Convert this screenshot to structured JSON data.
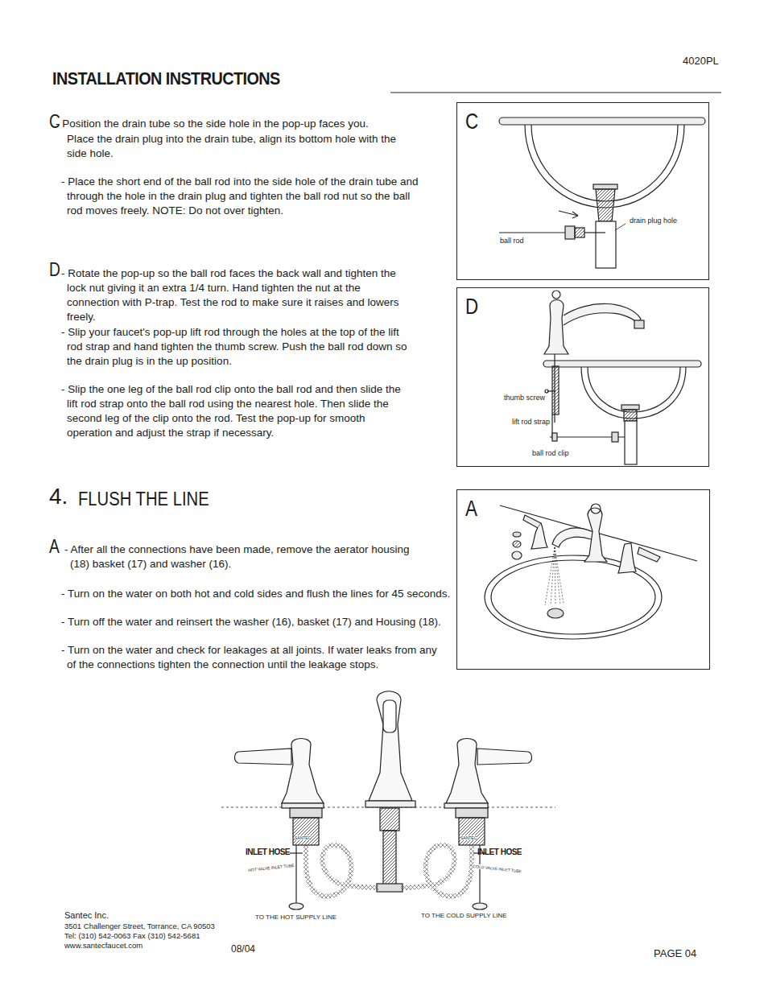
{
  "diagram": {
    "title": "INSTALLATION INSTRUCTIONS",
    "nodes": [
      {
        "text": [
          "C",
          "drain plug hole",
          "ball rod"
        ]
      },
      {
        "text": [
          "D",
          "thumb screw",
          "lift rod strap",
          "ball rod clip"
        ]
      },
      {
        "text": [
          "A"
        ]
      }
    ],
    "labels": [
      "4020PL",
      "C",
      "- Position the drain tube so the side hole in the pop-up faces you.",
      "Place the drain plug into the drain tube, align its bottom hole with the side hole.",
      "- Place the short end of the ball rod into the side hole of the drain tube and through the hole in the drain plug and tighten the ball rod nut so the ball rod moves freely.   NOTE: Do not over tighten.",
      "D",
      "- Rotate the pop-up so the ball rod faces the back wall and tighten the lock nut giving it an extra 1/4 turn.  Hand tighten the nut at the connection with P-trap. Test the rod to make sure it raises and lowers freely.",
      "- Slip your faucet's pop-up lift rod through the holes at the top of the lift rod strap and hand tighten the thumb screw. Push the ball rod down  so the drain plug is in the up position.",
      "- Slip the one leg of the ball rod clip onto  the ball rod and then slide the lift rod strap onto the ball rod using the nearest hole. Then slide the second leg of the clip onto the rod.  Test the pop-up for smooth operation and adjust the strap if necessary.",
      "4.",
      "FLUSH THE LINE",
      "A",
      "- After all the connections have been made, remove the aerator housing (18) basket (17) and washer (16).",
      "- Turn on the water on both hot and cold sides and flush the lines for 45 seconds.",
      "- Turn off the water and reinsert the washer (16), basket (17) and Housing (18).",
      "- Turn on the water and check for leakages at all joints. If water leaks from any of the connections tighten the connection until the leakage stops.",
      "INLET HOSE",
      "HOT VALVE INLET TUBE",
      "INLET HOSE",
      "COLD VALVE INLET TUBE",
      "SANTEC",
      "SANTEC",
      "TO THE HOT  SUPPLY LINE",
      "TO THE COLD SUPPLY LINE",
      "Santec Inc.",
      "3501 Challenger Street, Torrance, CA 90503",
      "Tel: (310) 542-0063  Fax (310) 542-5681",
      "www.santecfaucet.com",
      "08/04",
      "PAGE  04"
    ]
  }
}
